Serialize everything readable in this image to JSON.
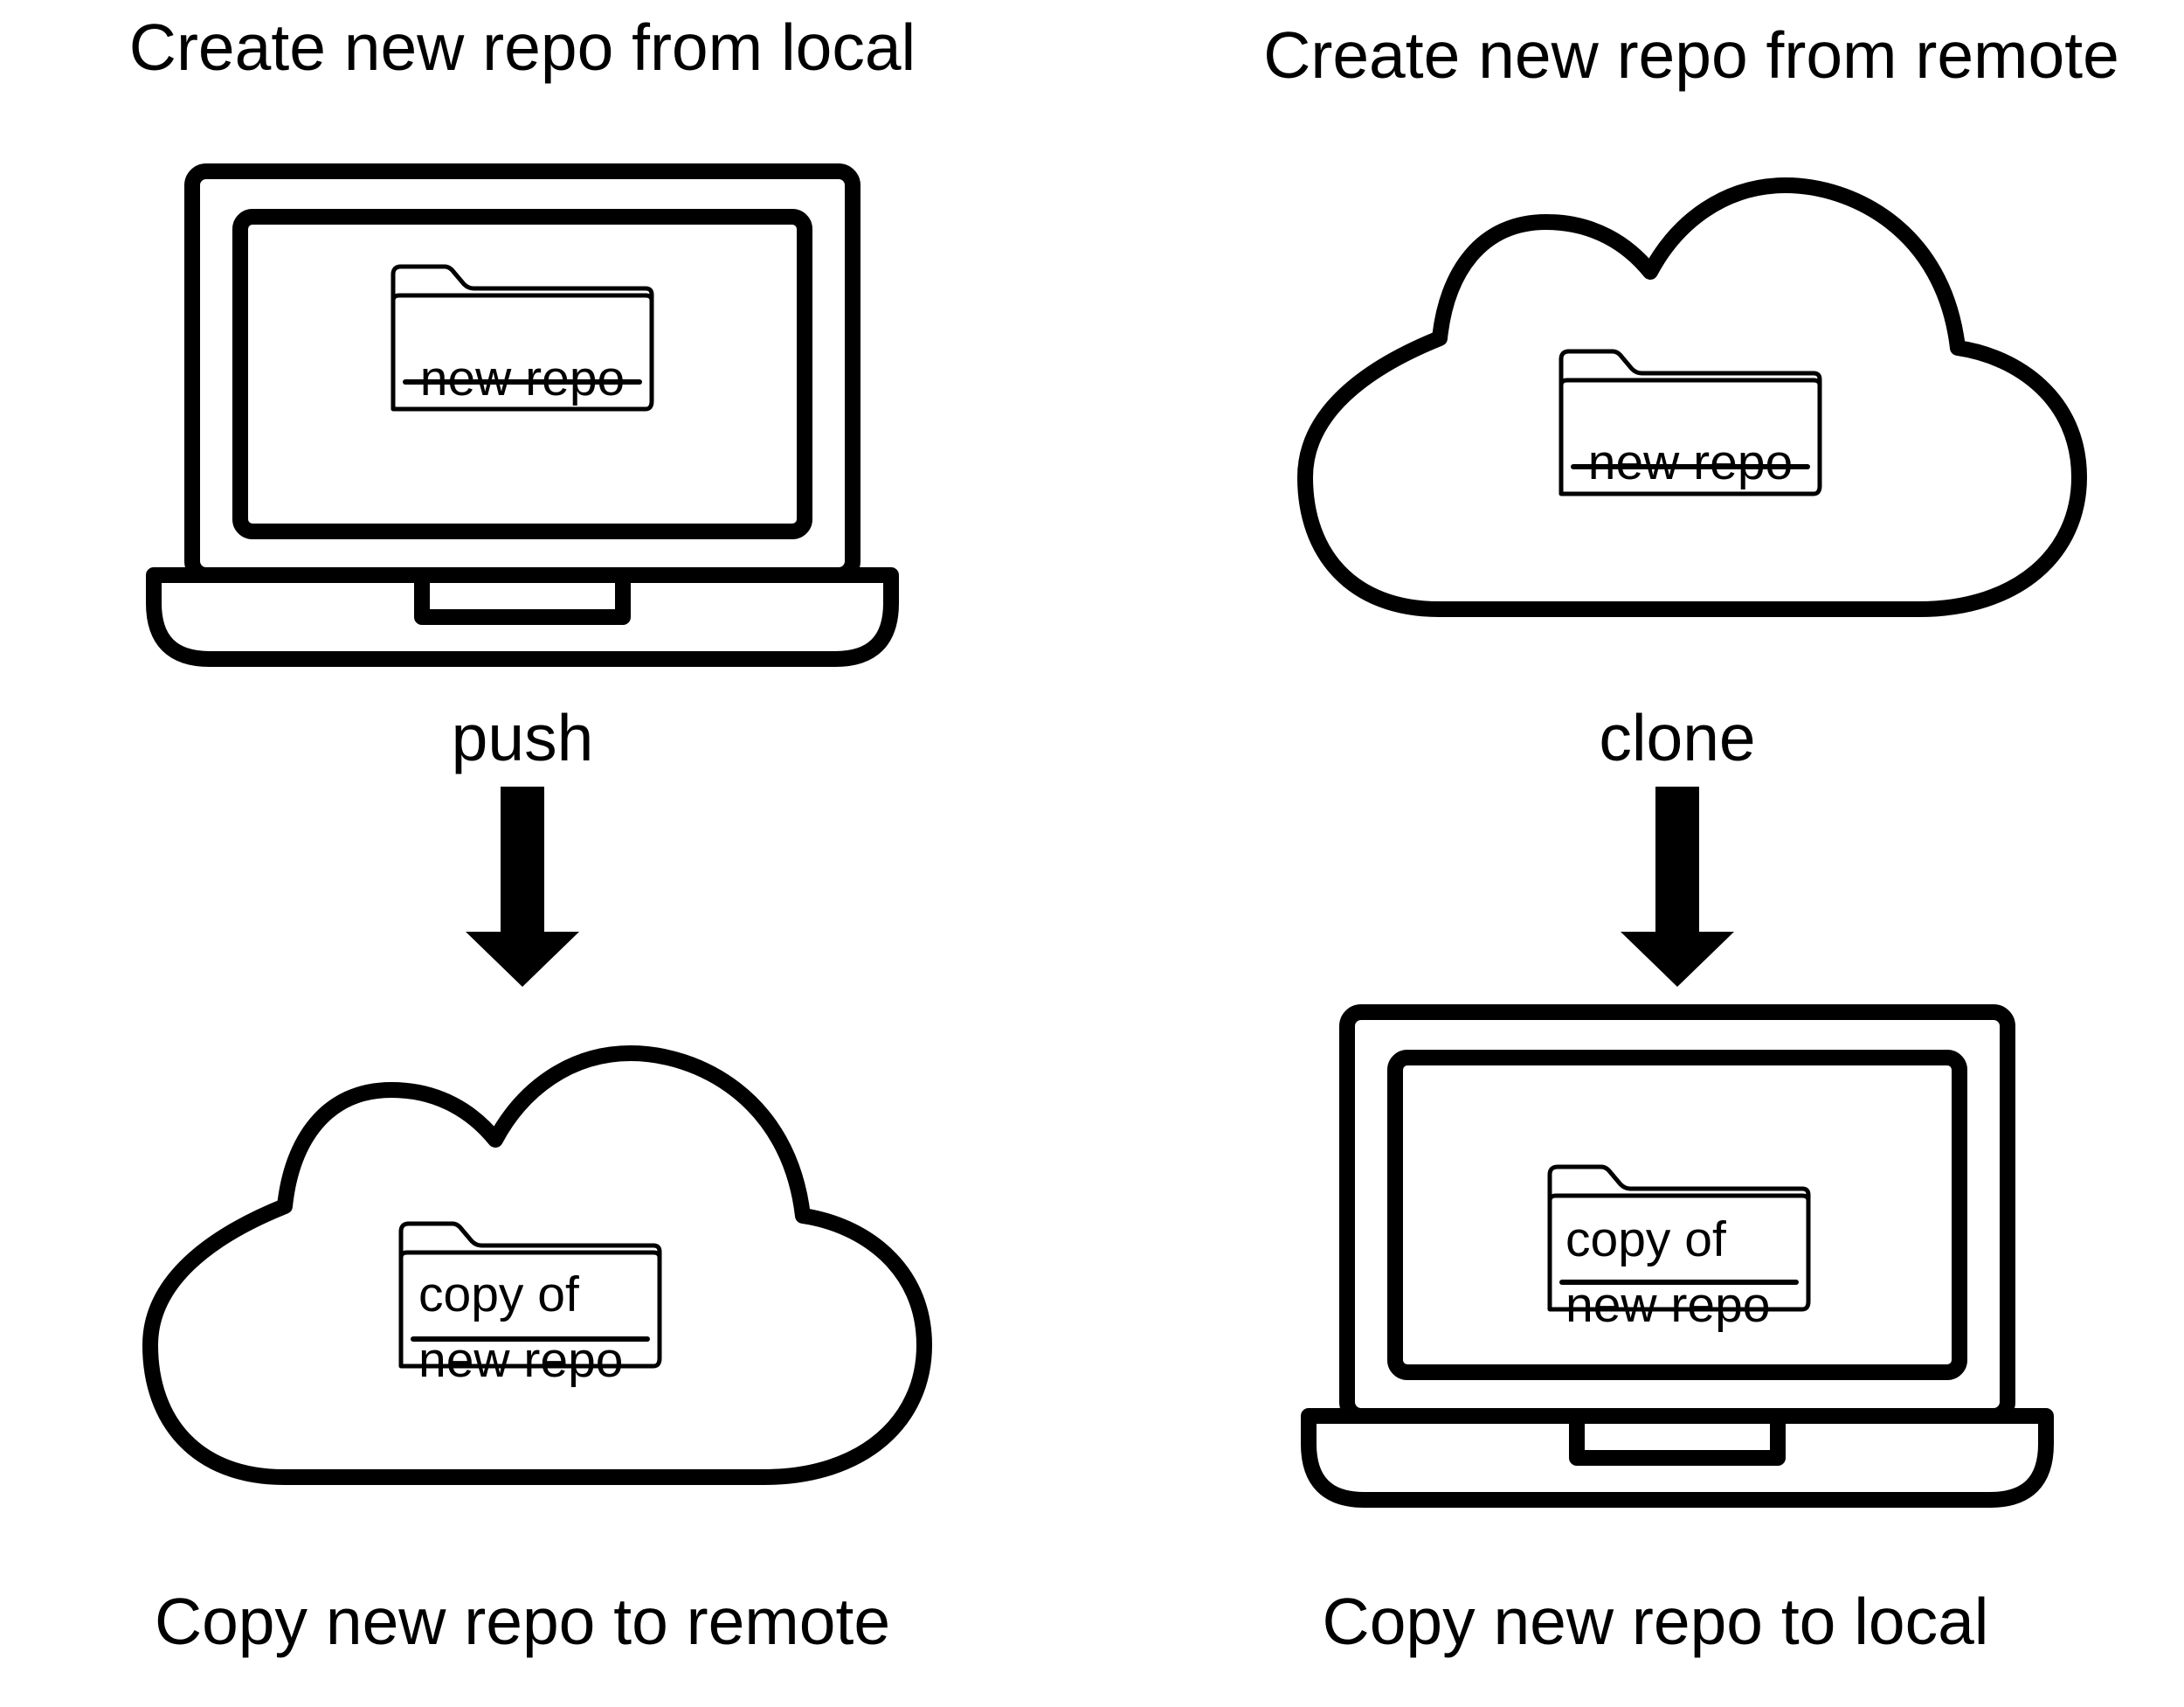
{
  "left": {
    "title": "Create new repo from local",
    "source_folder_label": "new repo",
    "action": "push",
    "target_folder_label_line1": "copy of",
    "target_folder_label_line2": "new repo",
    "caption": "Copy new repo to remote"
  },
  "right": {
    "title": "Create new repo from remote",
    "source_folder_label": "new repo",
    "action": "clone",
    "target_folder_label_line1": "copy of",
    "target_folder_label_line2": "new repo",
    "caption": "Copy new repo to local"
  },
  "icons": {
    "local": "laptop-icon",
    "remote": "cloud-icon",
    "repo": "folder-icon",
    "direction": "down-arrow-icon"
  },
  "colors": {
    "stroke": "#000000",
    "background": "#ffffff"
  }
}
